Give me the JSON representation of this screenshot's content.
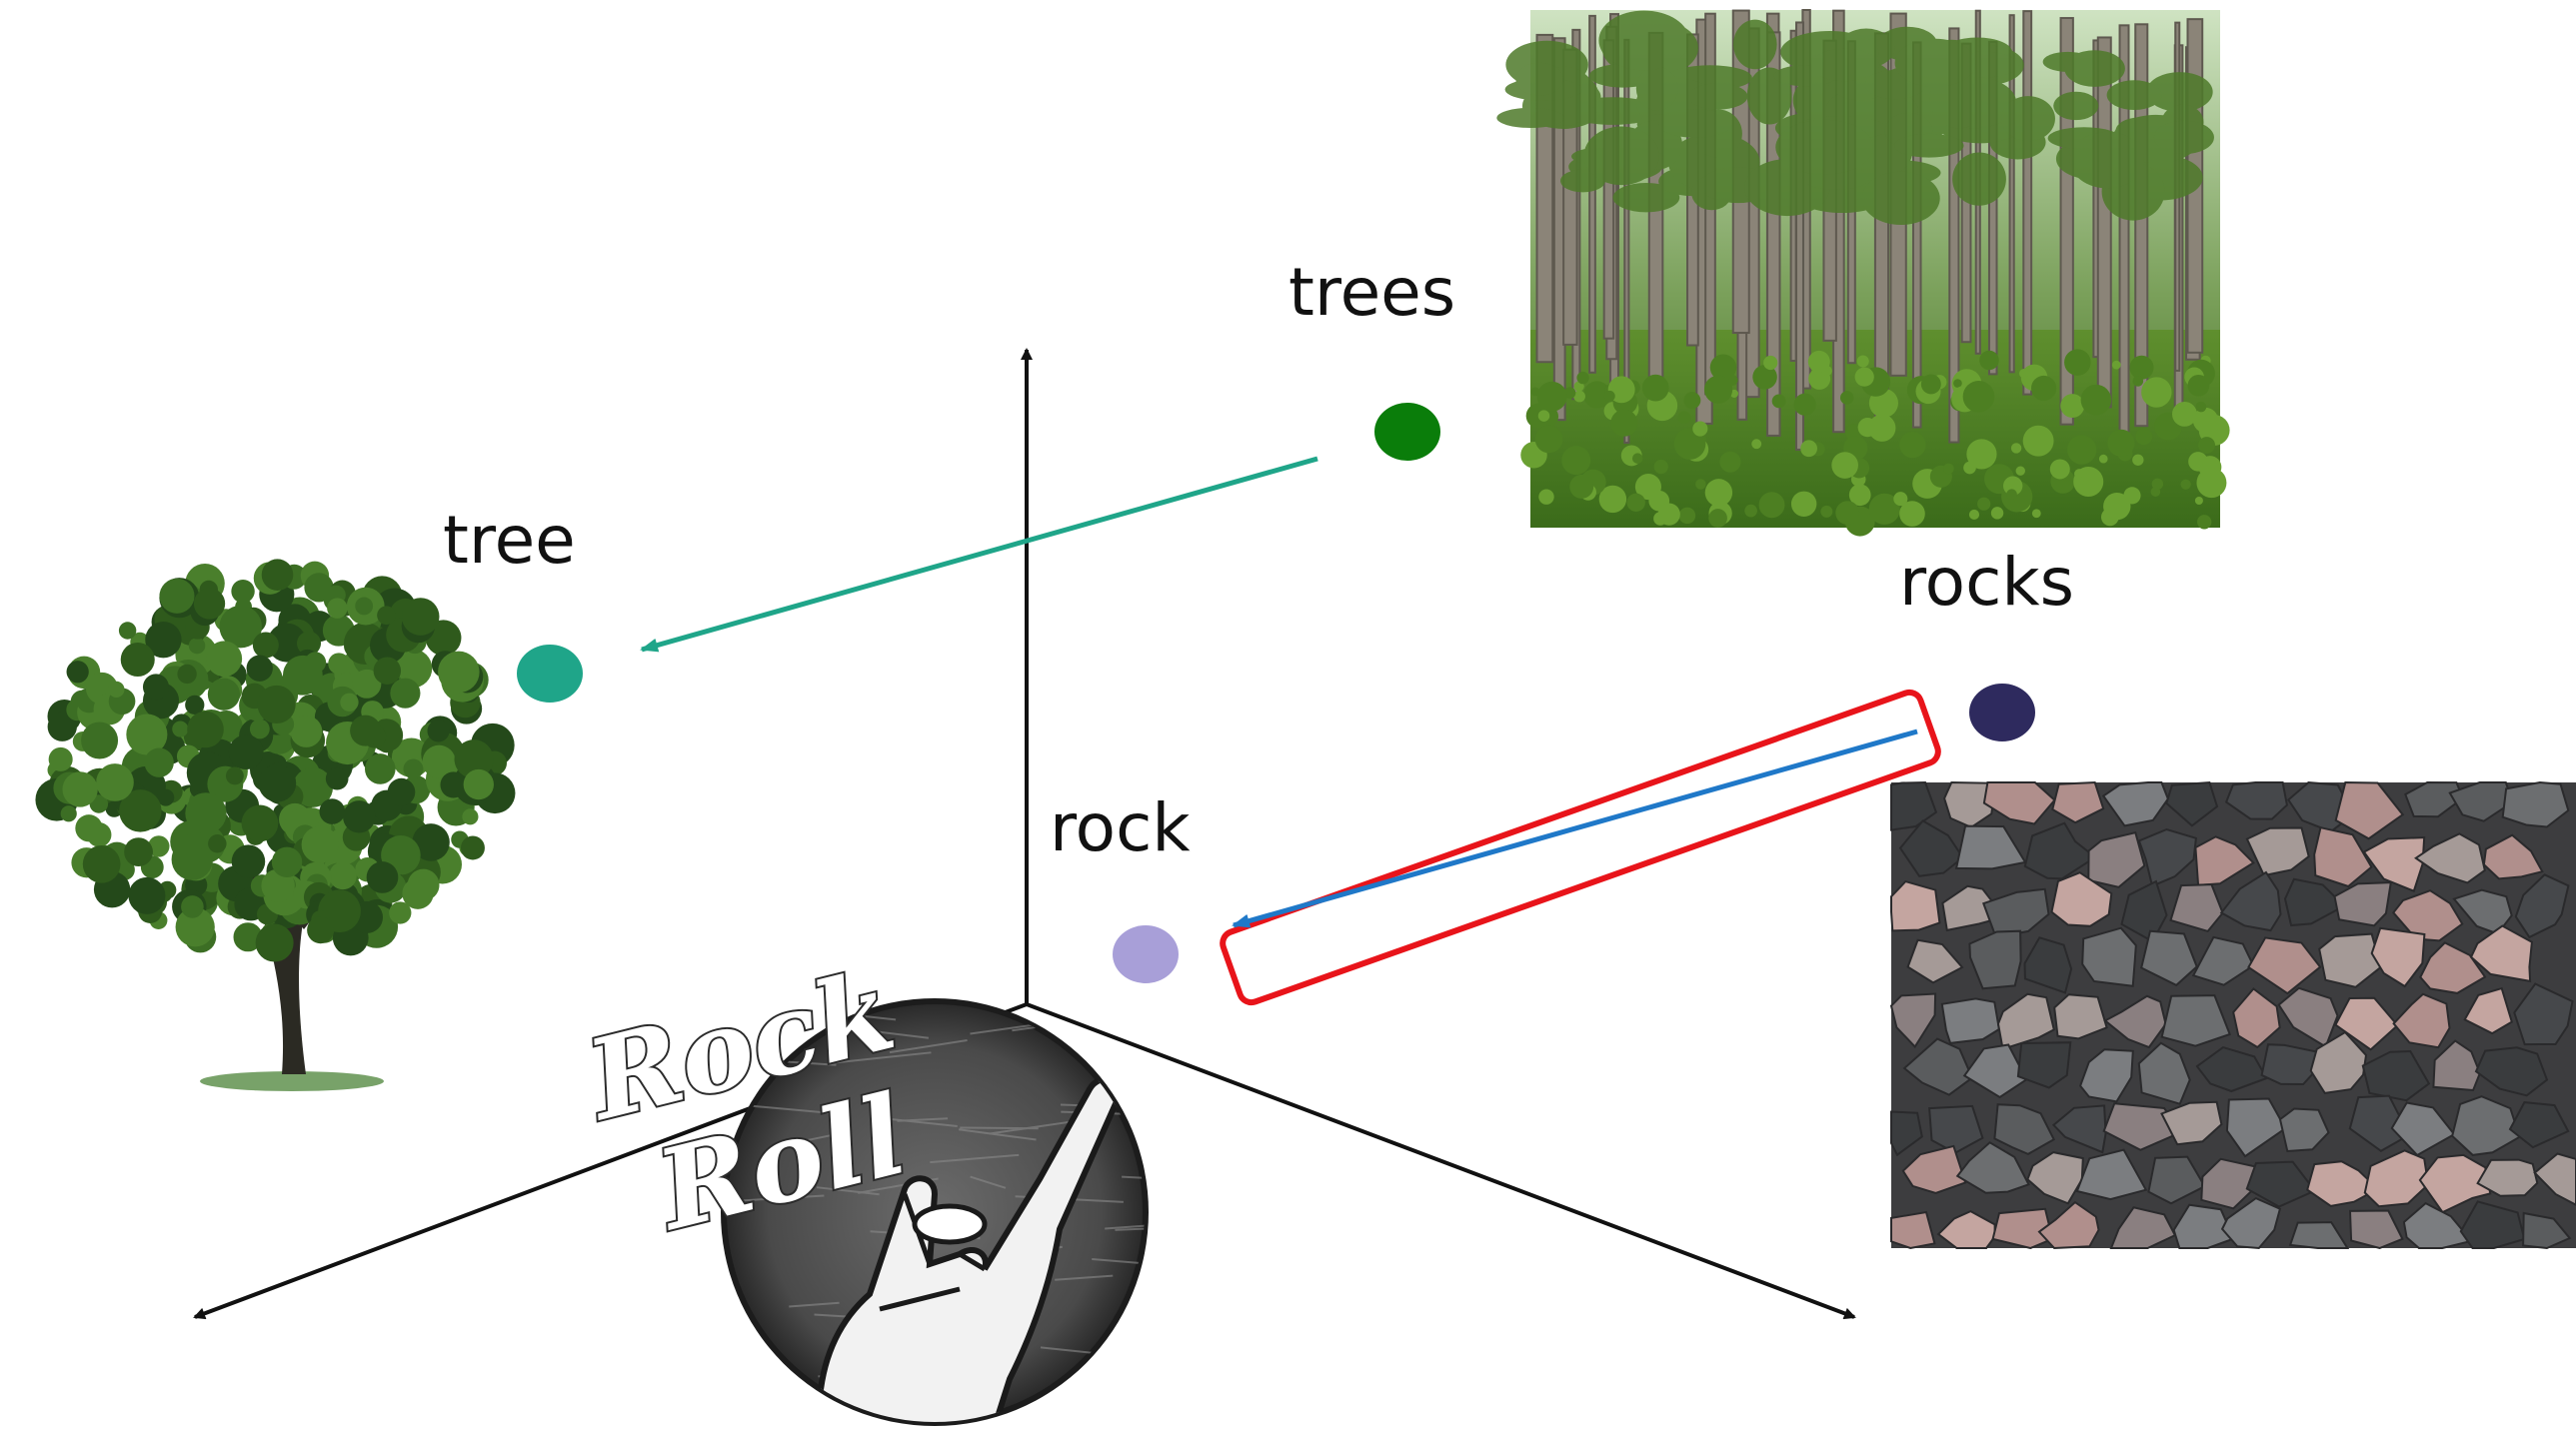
{
  "labels": {
    "tree": "tree",
    "trees": "trees",
    "rock": "rock",
    "rocks": "rocks"
  },
  "logo": {
    "line1": "Rock",
    "line2": "Roll"
  },
  "colors": {
    "tree_point": "#1fa589",
    "trees_point": "#0a7d0a",
    "rock_point": "#a89fd8",
    "rocks_point": "#2e2a5e",
    "tree_arrow": "#1fa589",
    "rock_arrow": "#1f78c8",
    "highlight_box": "#e8141a",
    "axes": "#111111"
  },
  "icons": {
    "tree_image": "oak-tree-icon",
    "forest_image": "pine-forest-photo",
    "rocks_image": "gravel-rocks-photo",
    "logo_image": "rock-n-roll-hand-logo"
  }
}
